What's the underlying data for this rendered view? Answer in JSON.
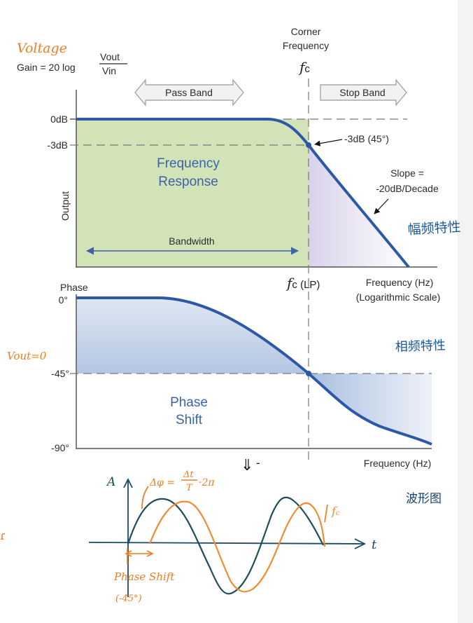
{
  "equation": {
    "gain_prefix": "Gain = 20 log",
    "numerator": "Vout",
    "denominator": "Vin"
  },
  "corner_frequency": {
    "line1": "Corner",
    "line2": "Frequency",
    "symbol": "f",
    "symbol_sub": "c"
  },
  "magnitude_plot": {
    "pass_band": "Pass Band",
    "stop_band": "Stop Band",
    "y_tick_0db": "0dB",
    "y_tick_3db": "-3dB",
    "ylabel": "Output",
    "response_line1": "Frequency",
    "response_line2": "Response",
    "bandwidth": "Bandwidth",
    "point_label": "-3dB (45°)",
    "slope_line1": "Slope =",
    "slope_line2": "-20dB/Decade",
    "fc_lp_symbol": "f",
    "fc_lp_rest": "c (LP)",
    "xlabel_line1": "Frequency (Hz)",
    "xlabel_line2": "(Logarithmic Scale)"
  },
  "phase_plot": {
    "title": "Phase",
    "y_tick_0": "0°",
    "y_tick_45": "-45°",
    "y_tick_90": "-90°",
    "shift_line1": "Phase",
    "shift_line2": "Shift",
    "xlabel": "Frequency (Hz)"
  },
  "annotations": {
    "voltage": "Voltage",
    "magnitude_char": "幅频特性",
    "vout_zero": "Vout=0",
    "phase_char": "相频特性",
    "arrow_mark": "⇓",
    "dot_mark": "-",
    "waveform": "波形图",
    "axis_a": "A",
    "delta_phi": "Δφ =",
    "delta_t": "Δt",
    "period": "T",
    "two_pi": "·2π",
    "axis_t": "t",
    "fc_hand": "f",
    "fc_hand_sub": "c",
    "phase_shift": "Phase Shift",
    "phase_shift_value": "(-45°)",
    "margin_mark": "ɾ"
  },
  "colors": {
    "curve": "#2c58a8",
    "passband_fill": "#d3e3b8",
    "annotation_orange": "#ee7d23",
    "annotation_blue": "#1a5a9a",
    "wave_teal": "#1e4d5c",
    "wave_orange": "#ef8c35"
  }
}
